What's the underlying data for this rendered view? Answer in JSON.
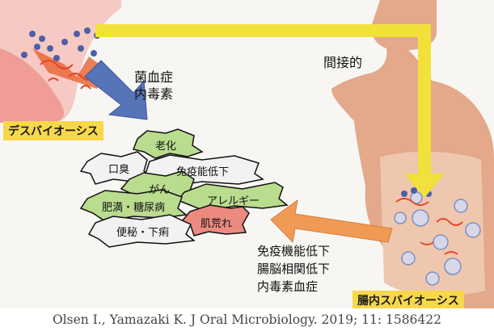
{
  "colors": {
    "yellow_arrow": "#f2e13a",
    "blue_arrow": "#5674b8",
    "orange_arrow": "#ef9a55",
    "label_bg": "#f7d84a",
    "body_skin": "#e3a98a",
    "gum_pink": "#f3b5b0",
    "node_green": "#b9dc8e",
    "node_white": "#f2f2f2",
    "node_pink": "#ec8a80"
  },
  "top_label": "間接的",
  "left_label_1": "菌血症",
  "left_label_2": "内毒素",
  "oral_tag": "デスバイオーシス",
  "gut_tag": "腸内スバイオーシス",
  "right_lines": [
    "免疫機能低下",
    "腸脳相関低下",
    "内毒素血症"
  ],
  "diseases": [
    {
      "id": "aging",
      "label": "老化"
    },
    {
      "id": "halitosis",
      "label": "口臭"
    },
    {
      "id": "immune_decline",
      "label": "免疫能低下"
    },
    {
      "id": "cancer",
      "label": "がん"
    },
    {
      "id": "allergy",
      "label": "アレルギー"
    },
    {
      "id": "obesity_diabetes",
      "label": "肥満・糖尿病"
    },
    {
      "id": "constipation_diarrhea",
      "label": "便秘・下痢"
    },
    {
      "id": "skin",
      "label": "肌荒れ"
    }
  ],
  "citation": "Olsen I., Yamazaki K. J Oral Microbiology. 2019; 11: 1586422"
}
